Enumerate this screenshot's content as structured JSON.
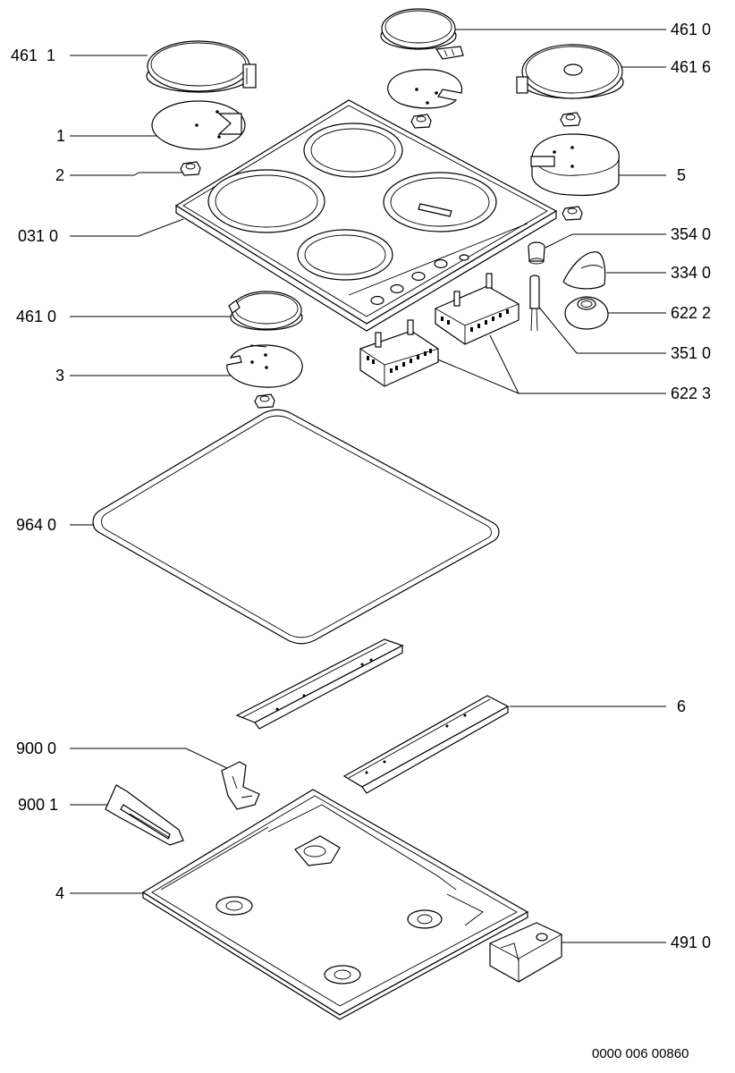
{
  "diagram": {
    "document_number": "0000 006 00860",
    "callouts": {
      "c461_1": "461  1",
      "c461_0_top": "461 0",
      "c461_6": "461 6",
      "c1": "1",
      "c2": "2",
      "c5": "5",
      "c031_0": "031 0",
      "c354_0": "354 0",
      "c334_0": "334 0",
      "c622_2": "622 2",
      "c461_0_mid": "461 0",
      "c351_0": "351 0",
      "c3": "3",
      "c622_3": "622 3",
      "c964_0": "964 0",
      "c6": "6",
      "c900_0": "900 0",
      "c900_1": "900 1",
      "c4": "4",
      "c491_0": "491 0"
    }
  }
}
